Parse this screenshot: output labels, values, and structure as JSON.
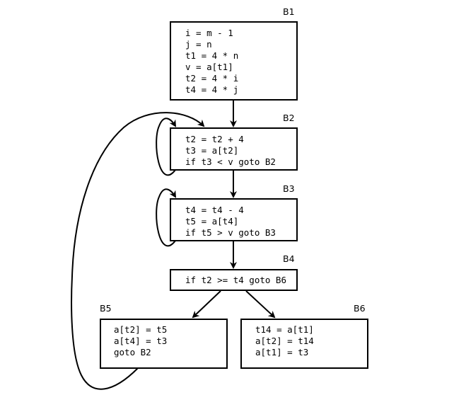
{
  "diagram": {
    "type": "control-flow-graph",
    "blocks": [
      {
        "id": "B1",
        "label": "B1",
        "lines": [
          "i = m - 1",
          "j = n",
          "t1 = 4 * n",
          "v = a[t1]",
          "t2 = 4 * i",
          "t4 = 4 * j"
        ]
      },
      {
        "id": "B2",
        "label": "B2",
        "lines": [
          "t2 = t2 + 4",
          "t3 = a[t2]",
          "if t3 < v goto B2"
        ]
      },
      {
        "id": "B3",
        "label": "B3",
        "lines": [
          "t4 = t4 - 4",
          "t5 = a[t4]",
          "if t5 > v goto B3"
        ]
      },
      {
        "id": "B4",
        "label": "B4",
        "lines": [
          "if t2 >= t4 goto B6"
        ]
      },
      {
        "id": "B5",
        "label": "B5",
        "lines": [
          "a[t2] = t5",
          "a[t4] = t3",
          "goto B2"
        ]
      },
      {
        "id": "B6",
        "label": "B6",
        "lines": [
          "t14 = a[t1]",
          "a[t2] = t14",
          "a[t1] = t3"
        ]
      }
    ],
    "edges": [
      {
        "from": "B1",
        "to": "B2"
      },
      {
        "from": "B2",
        "to": "B2"
      },
      {
        "from": "B2",
        "to": "B3"
      },
      {
        "from": "B3",
        "to": "B3"
      },
      {
        "from": "B3",
        "to": "B4"
      },
      {
        "from": "B4",
        "to": "B5"
      },
      {
        "from": "B4",
        "to": "B6"
      },
      {
        "from": "B5",
        "to": "B2"
      }
    ]
  }
}
